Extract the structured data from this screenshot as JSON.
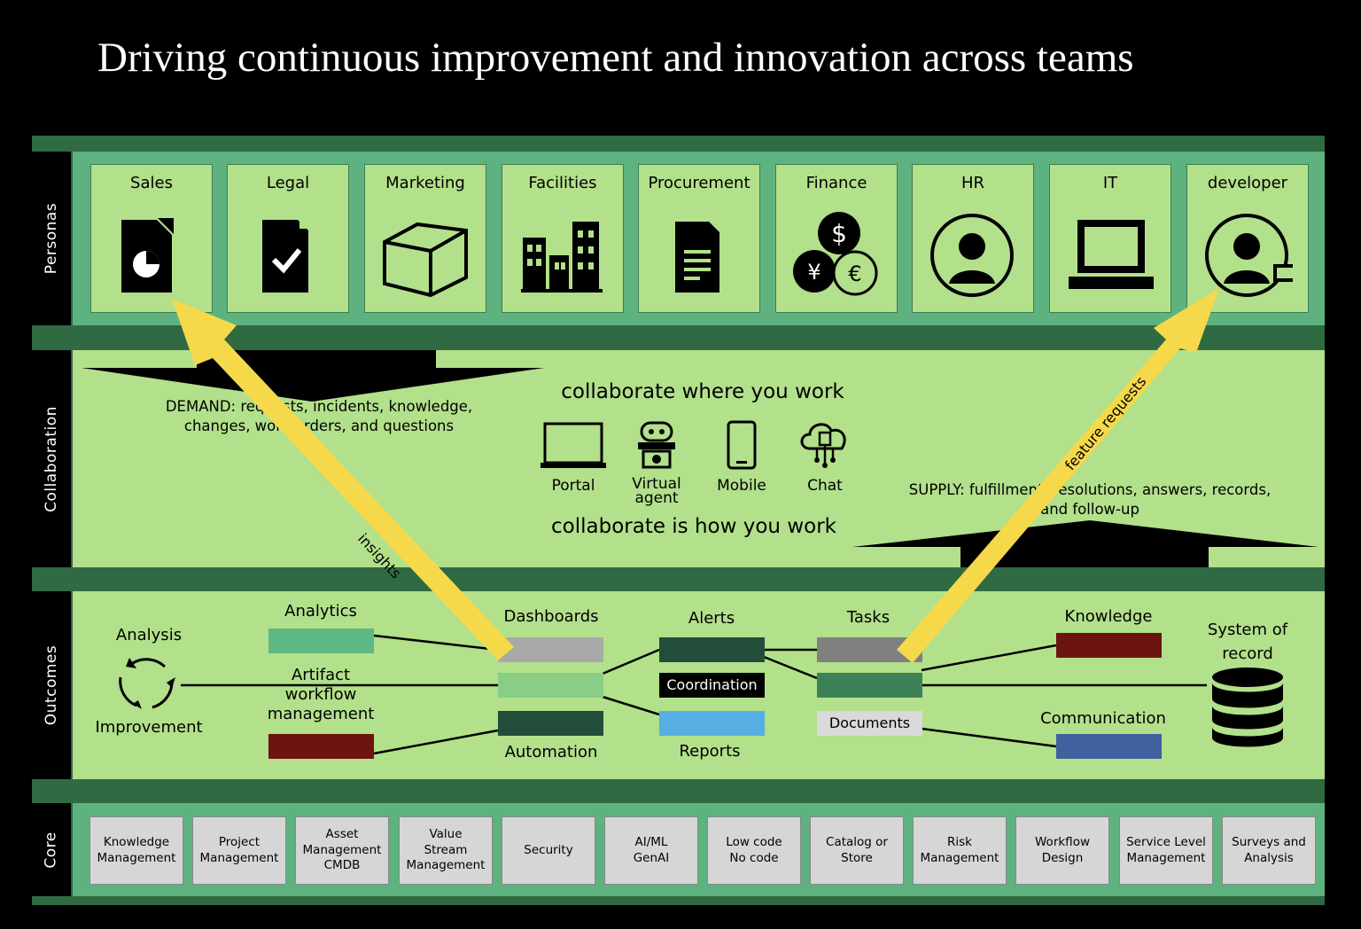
{
  "title": "Driving continuous improvement and innovation across teams",
  "rows": {
    "personas": "Personas",
    "collaboration": "Collaboration",
    "outcomes": "Outcomes",
    "core": "Core"
  },
  "personas": [
    {
      "label": "Sales",
      "icon": "sales-report-icon"
    },
    {
      "label": "Legal",
      "icon": "document-check-icon"
    },
    {
      "label": "Marketing",
      "icon": "cube-icon"
    },
    {
      "label": "Facilities",
      "icon": "buildings-icon"
    },
    {
      "label": "Procurement",
      "icon": "document-lines-icon"
    },
    {
      "label": "Finance",
      "icon": "currency-icon"
    },
    {
      "label": "HR",
      "icon": "person-icon"
    },
    {
      "label": "IT",
      "icon": "laptop-icon"
    },
    {
      "label": "developer",
      "icon": "developer-icon"
    }
  ],
  "collaboration": {
    "demand_line1": "DEMAND: requests, incidents, knowledge,",
    "demand_line2": "changes, work orders, and questions",
    "headline_top": "collaborate where you work",
    "headline_bottom": "collaborate is how you work",
    "channels": [
      {
        "label": "Portal",
        "icon": "laptop-icon"
      },
      {
        "label": "Virtual agent",
        "icon": "robot-icon"
      },
      {
        "label": "Mobile",
        "icon": "mobile-icon"
      },
      {
        "label": "Chat",
        "icon": "chat-cloud-icon"
      }
    ],
    "supply_line1": "SUPPLY: fulfillment, resolutions, answers, records,",
    "supply_line2": "and follow-up"
  },
  "arrows": {
    "left": "insights",
    "right": "feature requests"
  },
  "outcomes": {
    "analysis": "Analysis",
    "improvement": "Improvement",
    "analytics": "Analytics",
    "artifact": "Artifact\nworkflow\nmanagement",
    "dashboards": "Dashboards",
    "automation": "Automation",
    "alerts": "Alerts",
    "coordination": "Coordination",
    "reports": "Reports",
    "tasks": "Tasks",
    "documents": "Documents",
    "knowledge": "Knowledge",
    "communication": "Communication",
    "system_of_record": "System of\nrecord"
  },
  "colors": {
    "analytics": "#5fb784",
    "artifact": "#6e1410",
    "dashboards": "#a8aaa9",
    "middle_green": "#89cd86",
    "automation": "#234d3b",
    "alerts": "#234d3b",
    "reports": "#56aee3",
    "tasks": "#808080",
    "task_green": "#3d8158",
    "knowledge": "#6e1410",
    "communication": "#40609e",
    "arrow": "#f6d94a"
  },
  "core": [
    "Knowledge\nManagement",
    "Project\nManagement",
    "Asset\nManagement\nCMDB",
    "Value\nStream\nManagement",
    "Security",
    "AI/ML\nGenAI",
    "Low code\nNo code",
    "Catalog or\nStore",
    "Risk\nManagement",
    "Workflow\nDesign",
    "Service Level\nManagement",
    "Surveys and\nAnalysis"
  ]
}
